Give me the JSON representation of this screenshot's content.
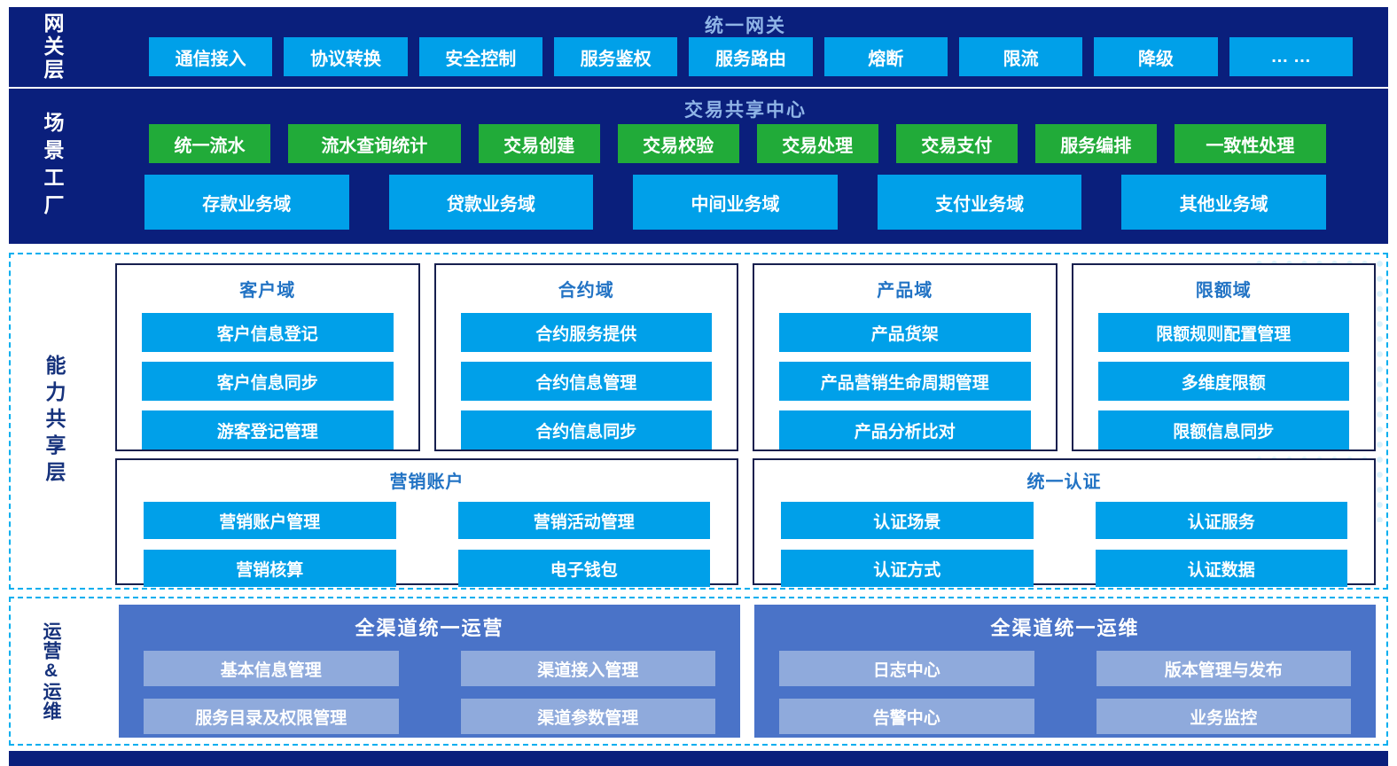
{
  "gateway": {
    "label": "网关层",
    "title": "统一网关",
    "items": [
      "通信接入",
      "协议转换",
      "安全控制",
      "服务鉴权",
      "服务路由",
      "熔断",
      "限流",
      "降级",
      "… …"
    ]
  },
  "scene": {
    "label": "场景工厂",
    "title": "交易共享中心",
    "services": [
      "统一流水",
      "流水查询统计",
      "交易创建",
      "交易校验",
      "交易处理",
      "交易支付",
      "服务编排",
      "一致性处理"
    ],
    "domains": [
      "存款业务域",
      "贷款业务域",
      "中间业务域",
      "支付业务域",
      "其他业务域"
    ]
  },
  "capability": {
    "label": "能力共享层",
    "groups": [
      {
        "title": "客户域",
        "items": [
          "客户信息登记",
          "客户信息同步",
          "游客登记管理"
        ]
      },
      {
        "title": "合约域",
        "items": [
          "合约服务提供",
          "合约信息管理",
          "合约信息同步"
        ]
      },
      {
        "title": "产品域",
        "items": [
          "产品货架",
          "产品营销生命周期管理",
          "产品分析比对"
        ]
      },
      {
        "title": "限额域",
        "items": [
          "限额规则配置管理",
          "多维度限额",
          "限额信息同步"
        ]
      },
      {
        "title": "营销账户",
        "items": [
          "营销账户管理",
          "营销活动管理",
          "营销核算",
          "电子钱包"
        ]
      },
      {
        "title": "统一认证",
        "items": [
          "认证场景",
          "认证服务",
          "认证方式",
          "认证数据"
        ]
      }
    ]
  },
  "ops": {
    "label": "运营&运维",
    "groups": [
      {
        "title": "全渠道统一运营",
        "items": [
          "基本信息管理",
          "渠道接入管理",
          "服务目录及权限管理",
          "渠道参数管理"
        ]
      },
      {
        "title": "全渠道统一运维",
        "items": [
          "日志中心",
          "版本管理与发布",
          "告警中心",
          "业务监控"
        ]
      }
    ]
  },
  "colors": {
    "navy": "#0a1f7c",
    "cyan": "#00a0e9",
    "green": "#21ab39",
    "band_title_blue": "#8fb4e6",
    "group_title_blue": "#2273c4",
    "group_border": "#161f4e",
    "dashed_border": "#00aeef",
    "ops_box_blue": "#4a73c8",
    "ops_item_blue": "#8faadc",
    "side_label_blue": "#16327c"
  }
}
